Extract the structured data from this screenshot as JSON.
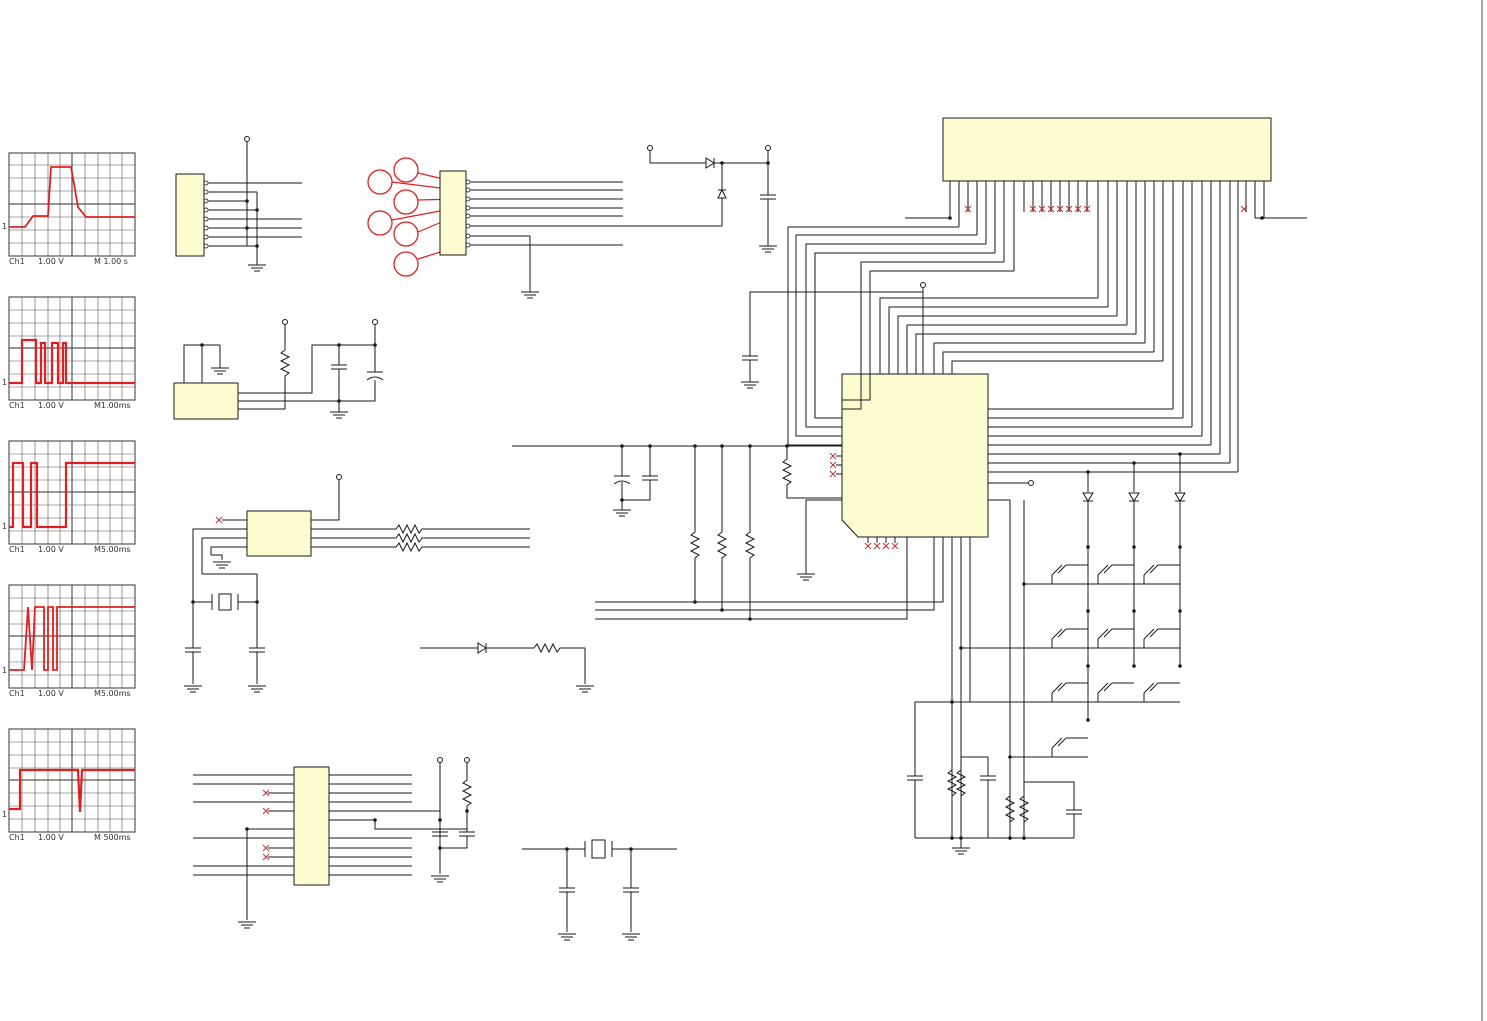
{
  "scopes": [
    {
      "channel": "Ch1",
      "volts": "1.00 V",
      "time": "M  1.00 s"
    },
    {
      "channel": "Ch1",
      "volts": "1.00 V",
      "time": "M1.00ms"
    },
    {
      "channel": "Ch1",
      "volts": "1.00 V",
      "time": "M5.00ms"
    },
    {
      "channel": "Ch1",
      "volts": "1.00 V",
      "time": "M5.00ms"
    },
    {
      "channel": "Ch1",
      "volts": "1.00 V",
      "time": "M 500ms"
    }
  ],
  "colors": {
    "trace": "#e02020",
    "ic_fill": "#fdfbd0",
    "wire": "#1a1a1a"
  }
}
